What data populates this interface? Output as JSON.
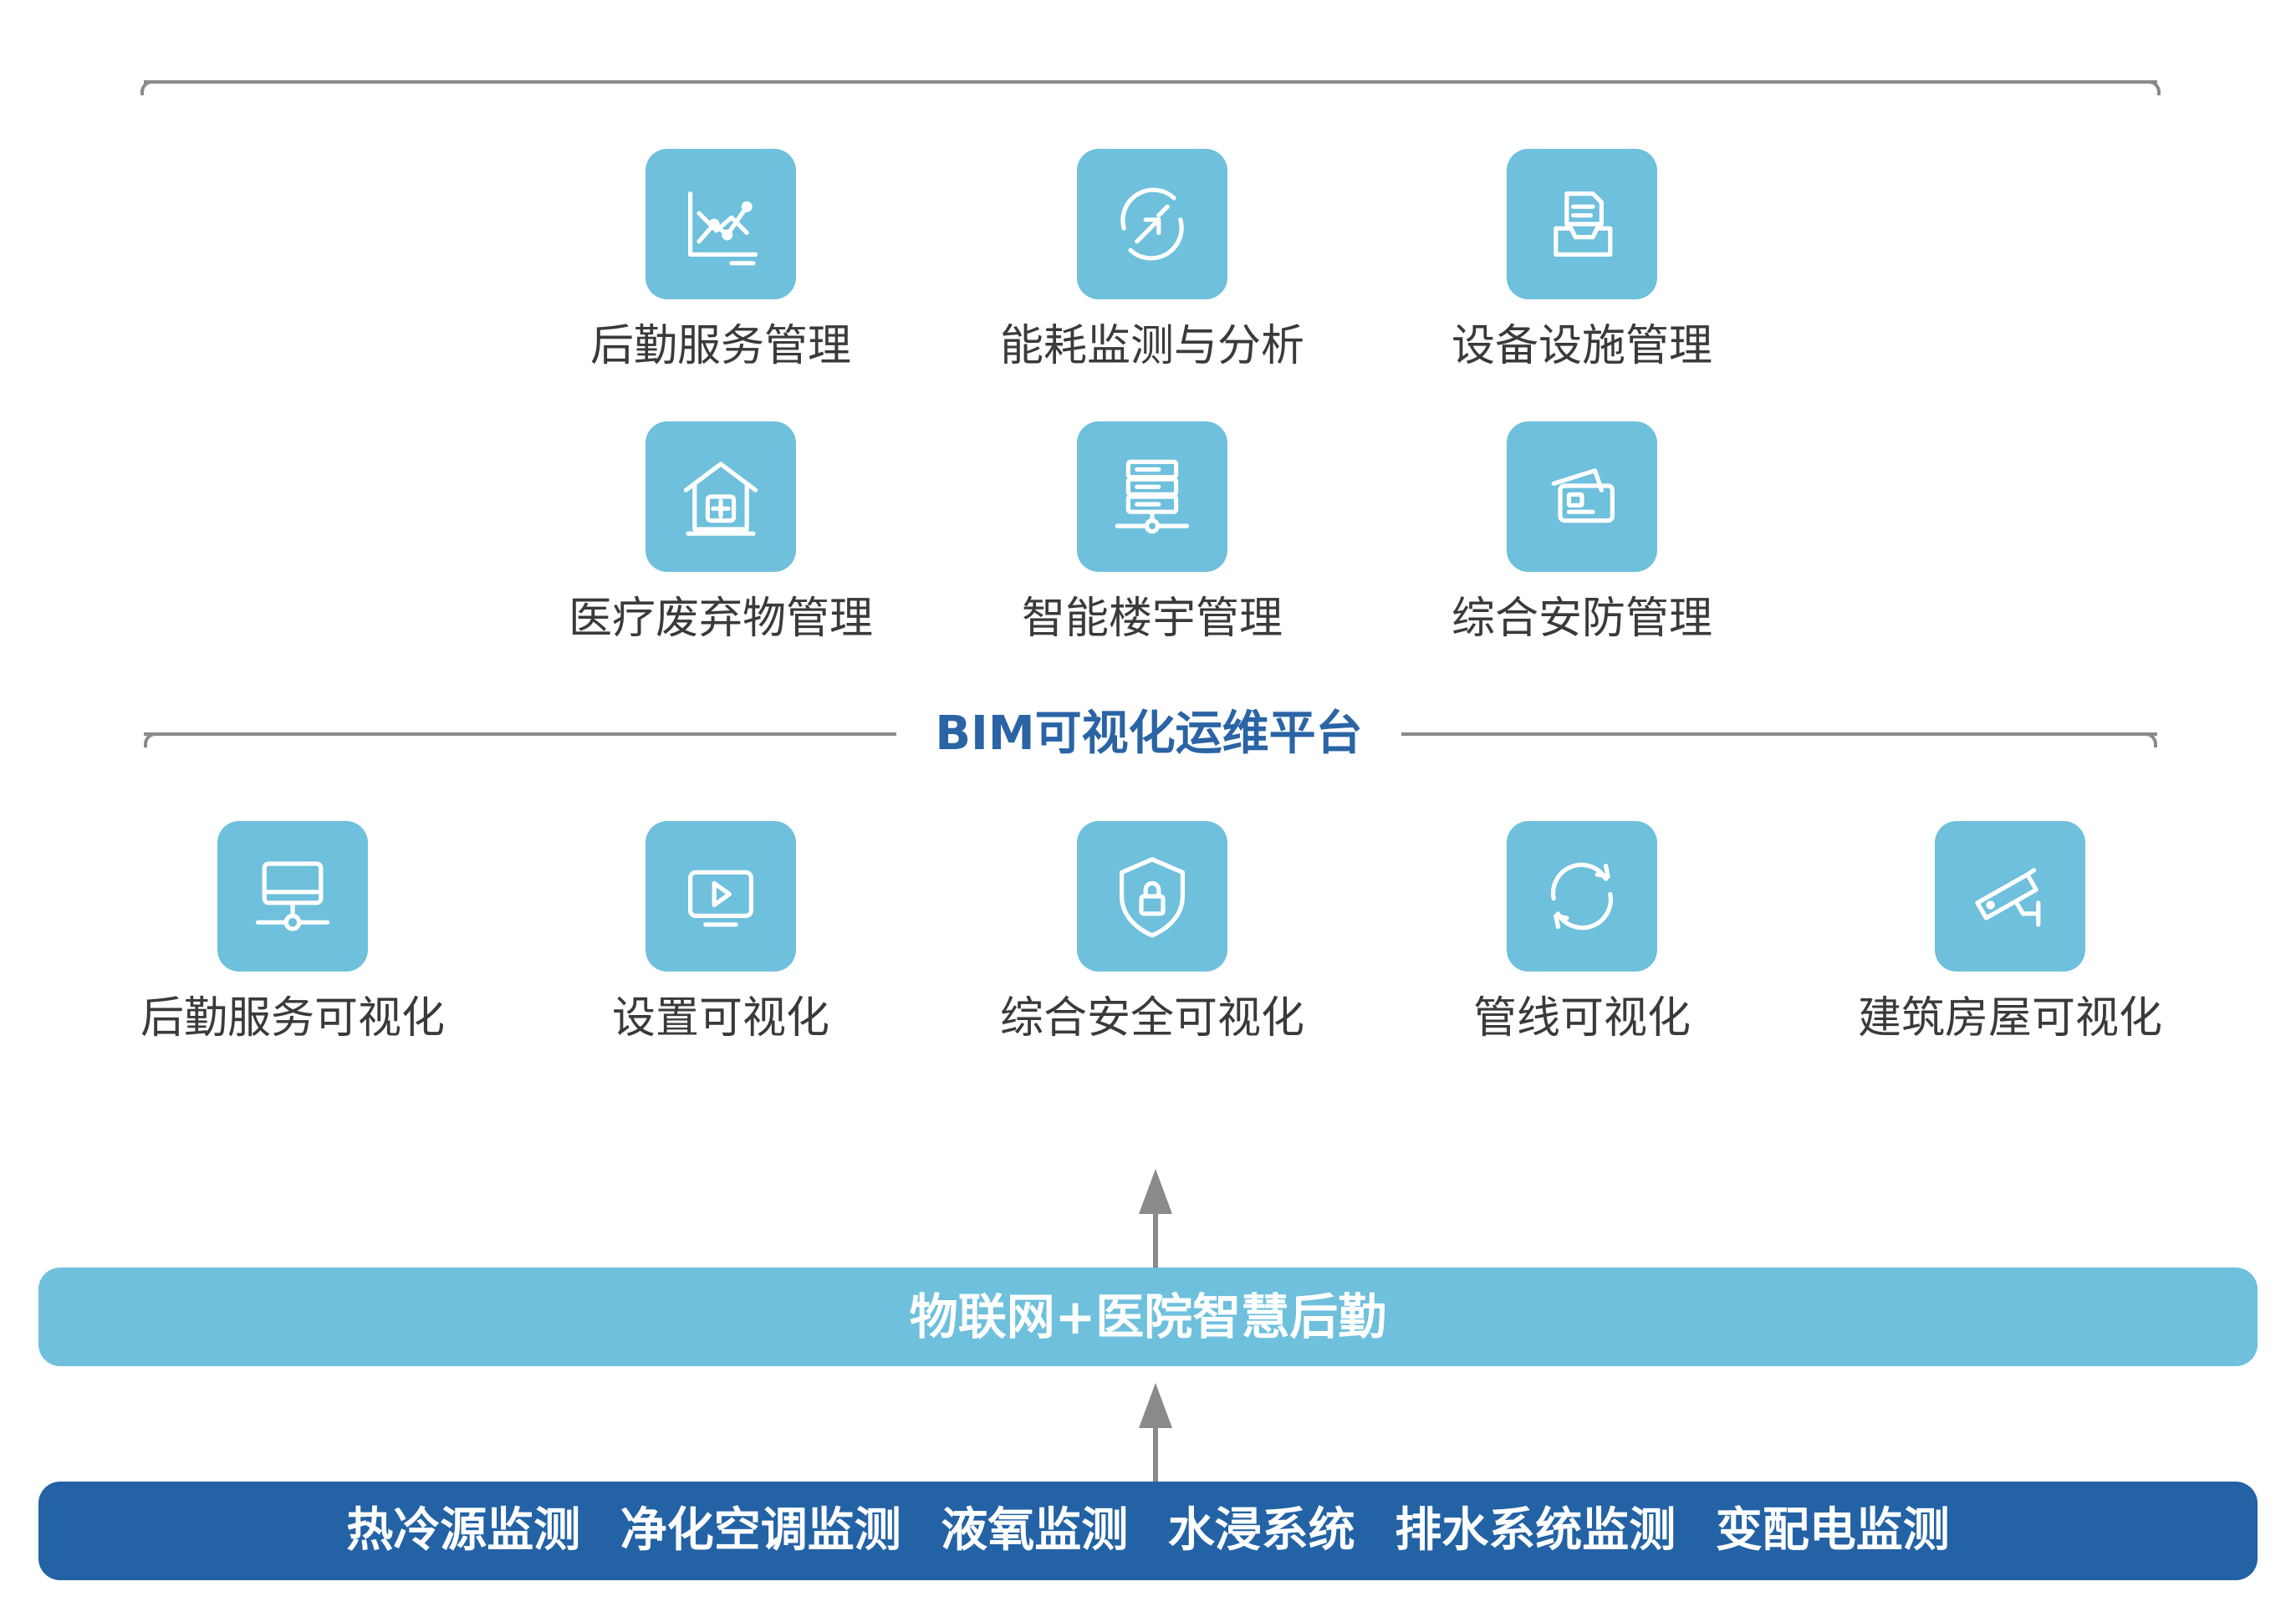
{
  "management_modules": [
    {
      "label": "后勤服务管理",
      "icon": "line-chart-icon"
    },
    {
      "label": "能耗监测与分析",
      "icon": "cycle-arrows-icon"
    },
    {
      "label": "设备设施管理",
      "icon": "inbox-tray-icon"
    },
    {
      "label": "医疗废弃物管理",
      "icon": "medical-house-icon"
    },
    {
      "label": "智能楼宇管理",
      "icon": "server-network-icon"
    },
    {
      "label": "综合安防管理",
      "icon": "access-card-icon"
    }
  ],
  "platform": {
    "title": "BIM可视化运维平台"
  },
  "visualization_modules": [
    {
      "label": "后勤服务可视化",
      "icon": "monitor-network-icon"
    },
    {
      "label": "设置可视化",
      "icon": "video-play-icon"
    },
    {
      "label": "综合安全可视化",
      "icon": "shield-lock-icon"
    },
    {
      "label": "管线可视化",
      "icon": "refresh-icon"
    },
    {
      "label": "建筑房屋可视化",
      "icon": "security-camera-icon"
    }
  ],
  "iot_layer": {
    "label": "物联网+医院智慧后勤"
  },
  "monitoring_layer": {
    "items": [
      "热冷源监测",
      "净化空调监测",
      "液氧监测",
      "水浸系统",
      "排水系统监测",
      "变配电监测"
    ]
  },
  "colors": {
    "tile": "#6ec0dc",
    "iot_bar": "#6ec0dc",
    "monitor_bar": "#2362a5",
    "platform_title": "#2a64a5"
  }
}
